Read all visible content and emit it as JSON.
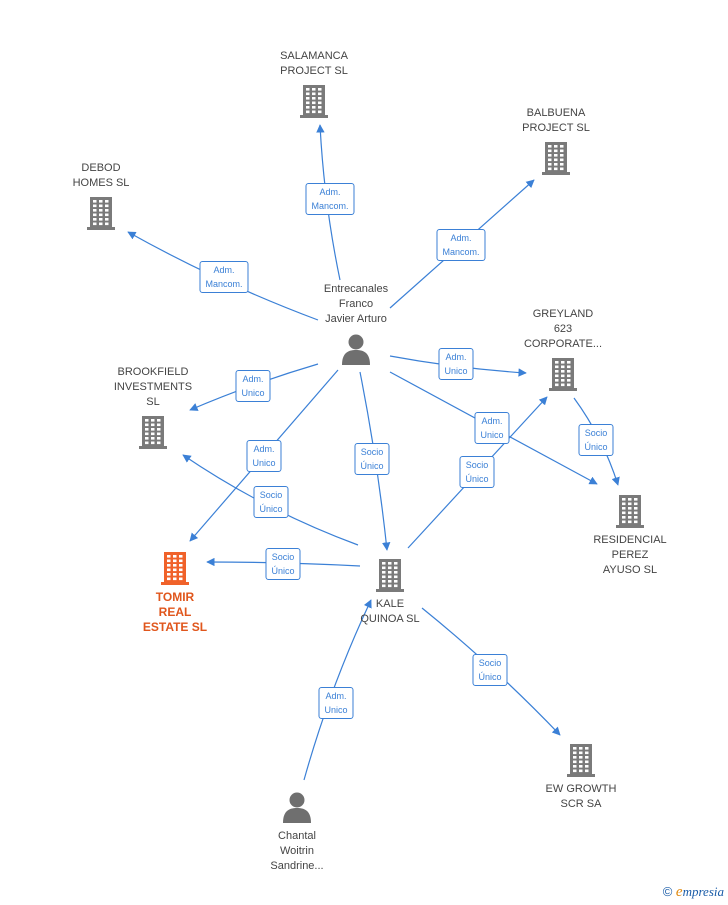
{
  "colors": {
    "edge": "#3b80d6",
    "building": "#7a7a7a",
    "person": "#6f6f6f",
    "highlight": "#f0622a"
  },
  "nodes": [
    {
      "id": "salamanca",
      "label": "SALAMANCA\nPROJECT  SL",
      "kind": "company-icon"
    },
    {
      "id": "balbuena",
      "label": "BALBUENA\nPROJECT  SL",
      "kind": "company-icon"
    },
    {
      "id": "debod",
      "label": "DEBOD\nHOMES  SL",
      "kind": "company-icon"
    },
    {
      "id": "entrecanales",
      "label": "Entrecanales\nFranco\nJavier Arturo",
      "kind": "person-icon"
    },
    {
      "id": "greyland",
      "label": "GREYLAND\n623\nCORPORATE...",
      "kind": "company-icon"
    },
    {
      "id": "brookfield",
      "label": "BROOKFIELD\nINVESTMENTS\nSL",
      "kind": "company-icon"
    },
    {
      "id": "residencial",
      "label": "RESIDENCIAL\nPEREZ\nAYUSO  SL",
      "kind": "company-icon"
    },
    {
      "id": "tomir",
      "label": "TOMIR\nREAL\nESTATE  SL",
      "kind": "company-icon",
      "highlight": true
    },
    {
      "id": "kale",
      "label": "KALE\nQUINOA  SL",
      "kind": "company-icon"
    },
    {
      "id": "ewgrowth",
      "label": "EW GROWTH\nSCR SA",
      "kind": "company-icon"
    },
    {
      "id": "chantal",
      "label": "Chantal\nWoitrin\nSandrine...",
      "kind": "person-icon"
    }
  ],
  "edges": [
    {
      "from": "entrecanales",
      "to": "salamanca",
      "label": "Adm.\nMancom."
    },
    {
      "from": "entrecanales",
      "to": "balbuena",
      "label": "Adm.\nMancom."
    },
    {
      "from": "entrecanales",
      "to": "debod",
      "label": "Adm.\nMancom."
    },
    {
      "from": "entrecanales",
      "to": "greyland",
      "label": "Adm.\nUnico"
    },
    {
      "from": "entrecanales",
      "to": "brookfield",
      "label": "Adm.\nUnico"
    },
    {
      "from": "entrecanales",
      "to": "residencial",
      "label": "Adm.\nUnico"
    },
    {
      "from": "entrecanales",
      "to": "tomir",
      "label": "Adm.\nUnico"
    },
    {
      "from": "entrecanales",
      "to": "kale",
      "label": "Socio\nÚnico"
    },
    {
      "from": "kale",
      "to": "brookfield",
      "label": "Socio\nÚnico"
    },
    {
      "from": "kale",
      "to": "tomir",
      "label": "Socio\nÚnico"
    },
    {
      "from": "kale",
      "to": "greyland",
      "label": "Socio\nÚnico"
    },
    {
      "from": "greyland",
      "to": "residencial",
      "label": "Socio\nÚnico"
    },
    {
      "from": "kale",
      "to": "ewgrowth",
      "label": "Socio\nÚnico"
    },
    {
      "from": "chantal",
      "to": "kale",
      "label": "Adm.\nUnico"
    }
  ],
  "footer": {
    "copyright": "©",
    "brand_first": "e",
    "brand_rest": "mpresia"
  }
}
